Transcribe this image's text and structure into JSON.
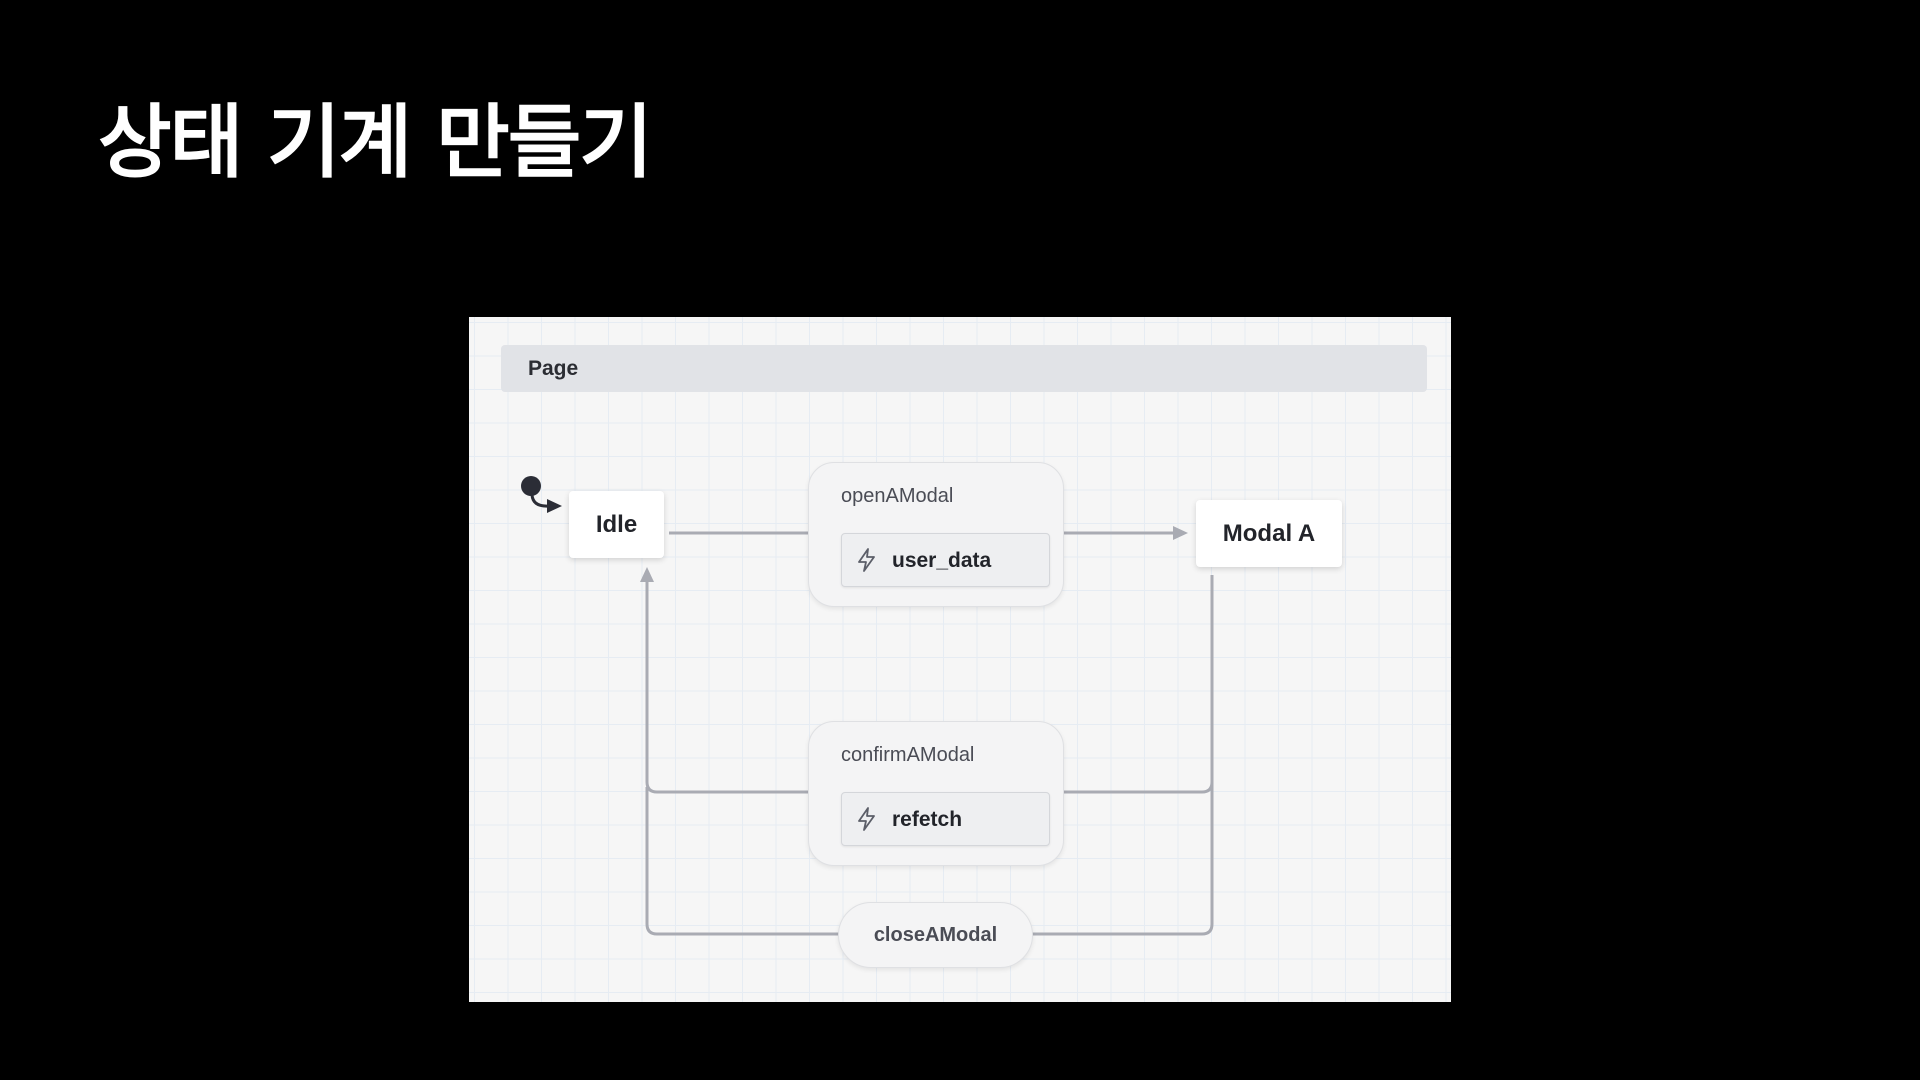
{
  "title": "상태 기계 만들기",
  "diagram": {
    "parent_state": "Page",
    "states": {
      "idle": "Idle",
      "modal_a": "Modal A"
    },
    "events": {
      "open": {
        "label": "openAModal",
        "action": "user_data"
      },
      "confirm": {
        "label": "confirmAModal",
        "action": "refetch"
      },
      "close": {
        "label": "closeAModal"
      }
    },
    "action_icon": "lightning-icon",
    "colors": {
      "edge": "#a9abb3",
      "background": "#f6f6f6",
      "header": "#e1e3e7"
    }
  }
}
